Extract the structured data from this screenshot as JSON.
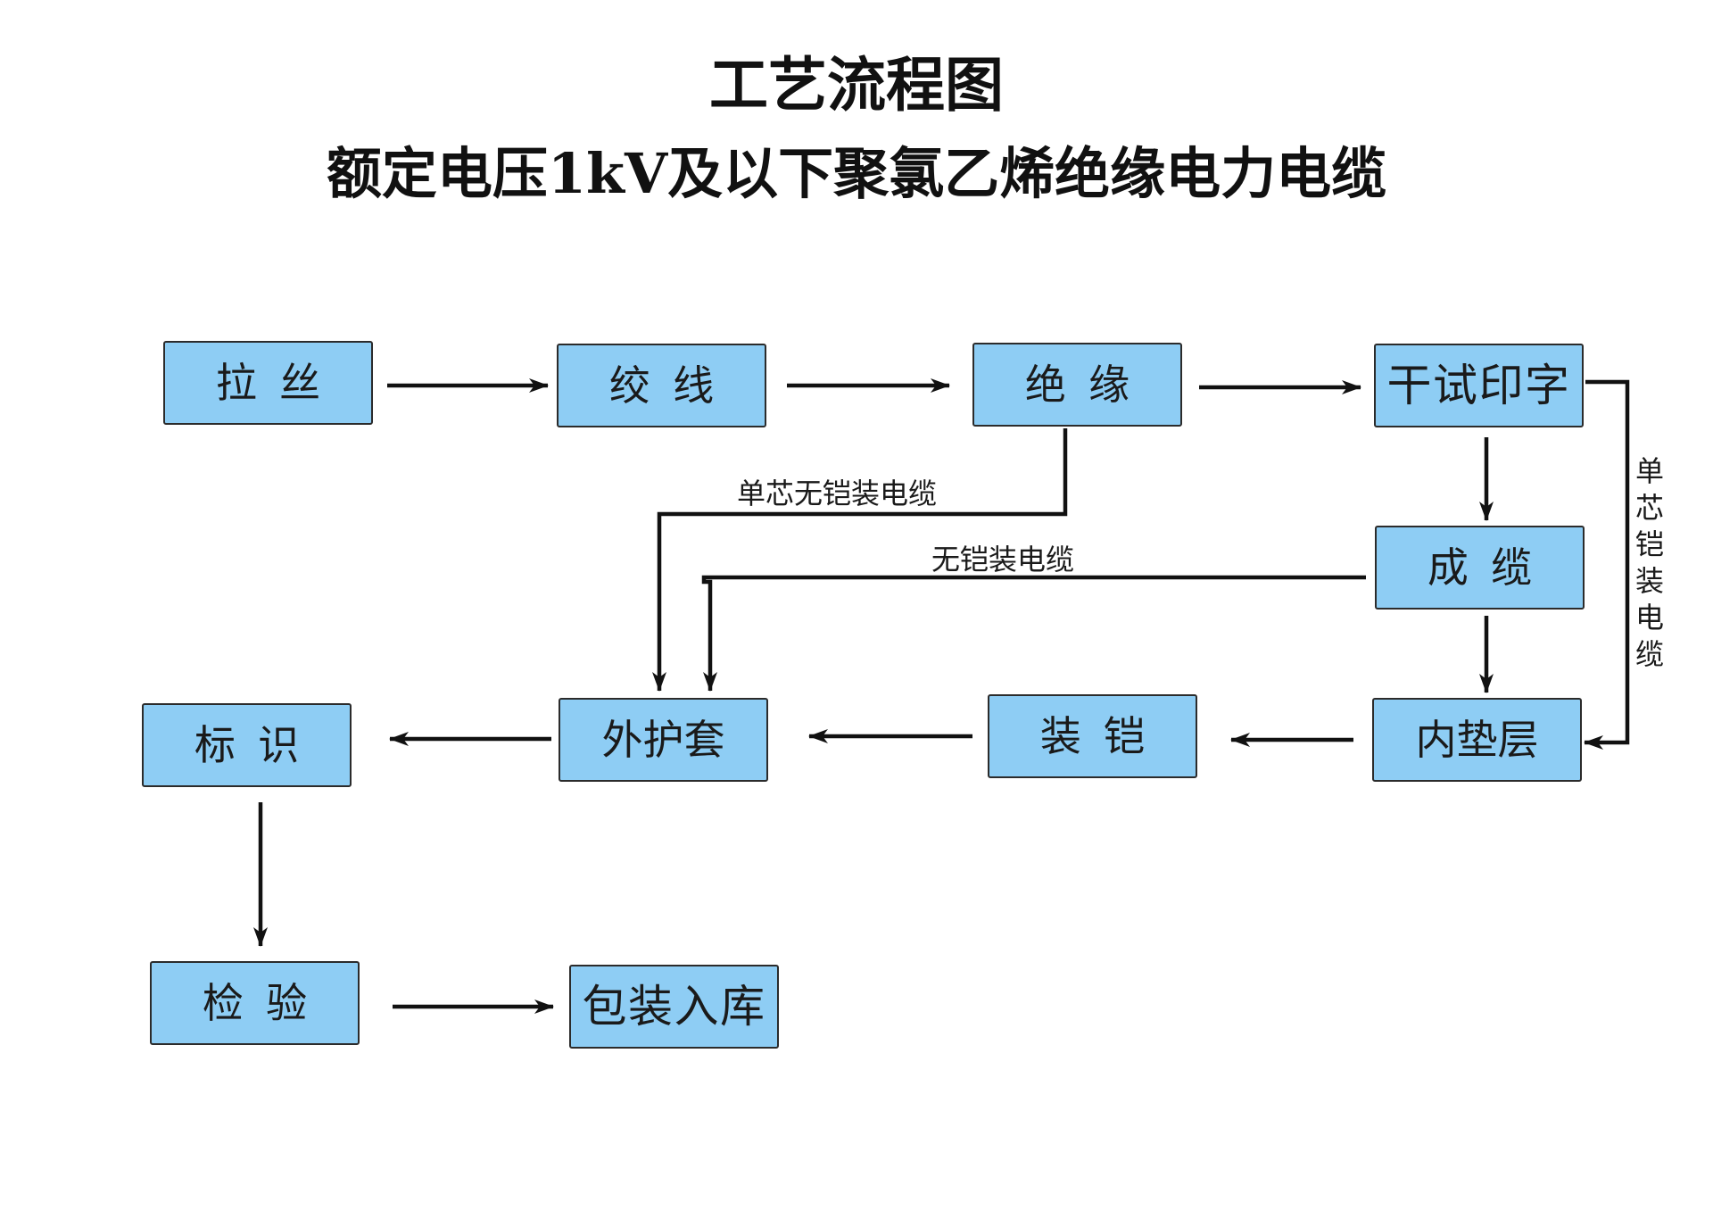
{
  "title": {
    "main": "工艺流程图",
    "subtitle": "额定电压1kV及以下聚氯乙烯绝缘电力电缆"
  },
  "nodes": {
    "lasi": "拉丝",
    "jiaoxian": "绞线",
    "jueyuan": "绝缘",
    "ganshi_yinzi": "干试印字",
    "chenglan": "成缆",
    "neidianceng": "内垫层",
    "zhuangkai": "装铠",
    "waihutao": "外护套",
    "biaoshi": "标识",
    "jianyan": "检验",
    "baozhuang_ruku": "包装入库"
  },
  "edge_labels": {
    "single_core_unarmored": "单芯无铠装电缆",
    "unarmored": "无铠装电缆",
    "single_core_armored": "单芯铠装电缆"
  },
  "colors": {
    "node_fill": "#8ecdf4",
    "node_border": "#2b2b2b",
    "line": "#111111"
  }
}
